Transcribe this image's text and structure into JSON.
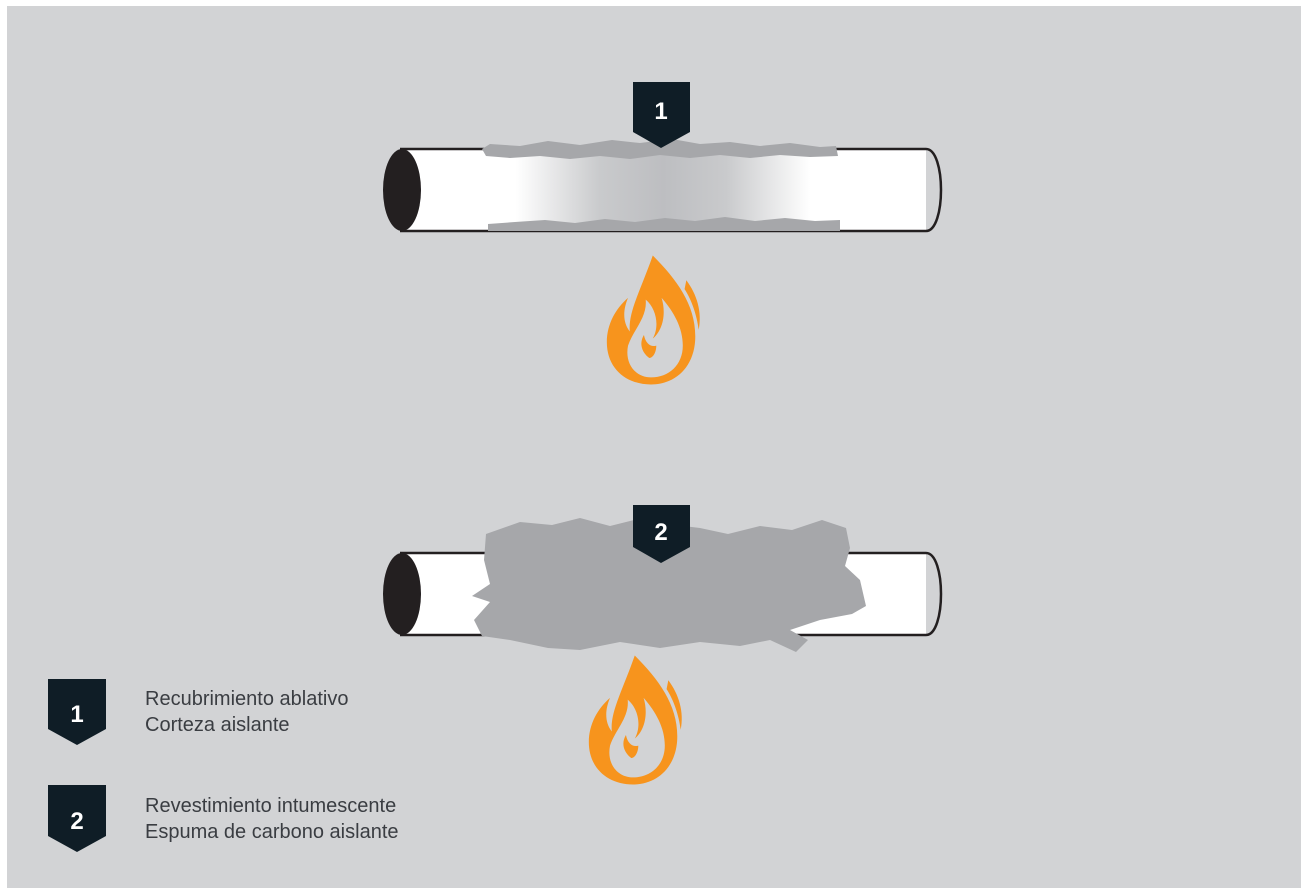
{
  "diagrams": [
    {
      "badge": "1",
      "coating": "ablative"
    },
    {
      "badge": "2",
      "coating": "intumescent"
    }
  ],
  "legend": [
    {
      "badge": "1",
      "line1": "Recubrimiento ablativo",
      "line2": "Corteza aislante"
    },
    {
      "badge": "2",
      "line1": "Revestimiento intumescente",
      "line2": "Espuma de carbono aislante"
    }
  ],
  "colors": {
    "background": "#d2d3d5",
    "badge": "#0f1d26",
    "pipe_end": "#231f20",
    "coating": "#a6a7aa",
    "flame": "#f7941d",
    "text": "#3a3d42"
  },
  "icons": [
    "pipe-icon",
    "flame-icon",
    "badge-marker-icon"
  ]
}
